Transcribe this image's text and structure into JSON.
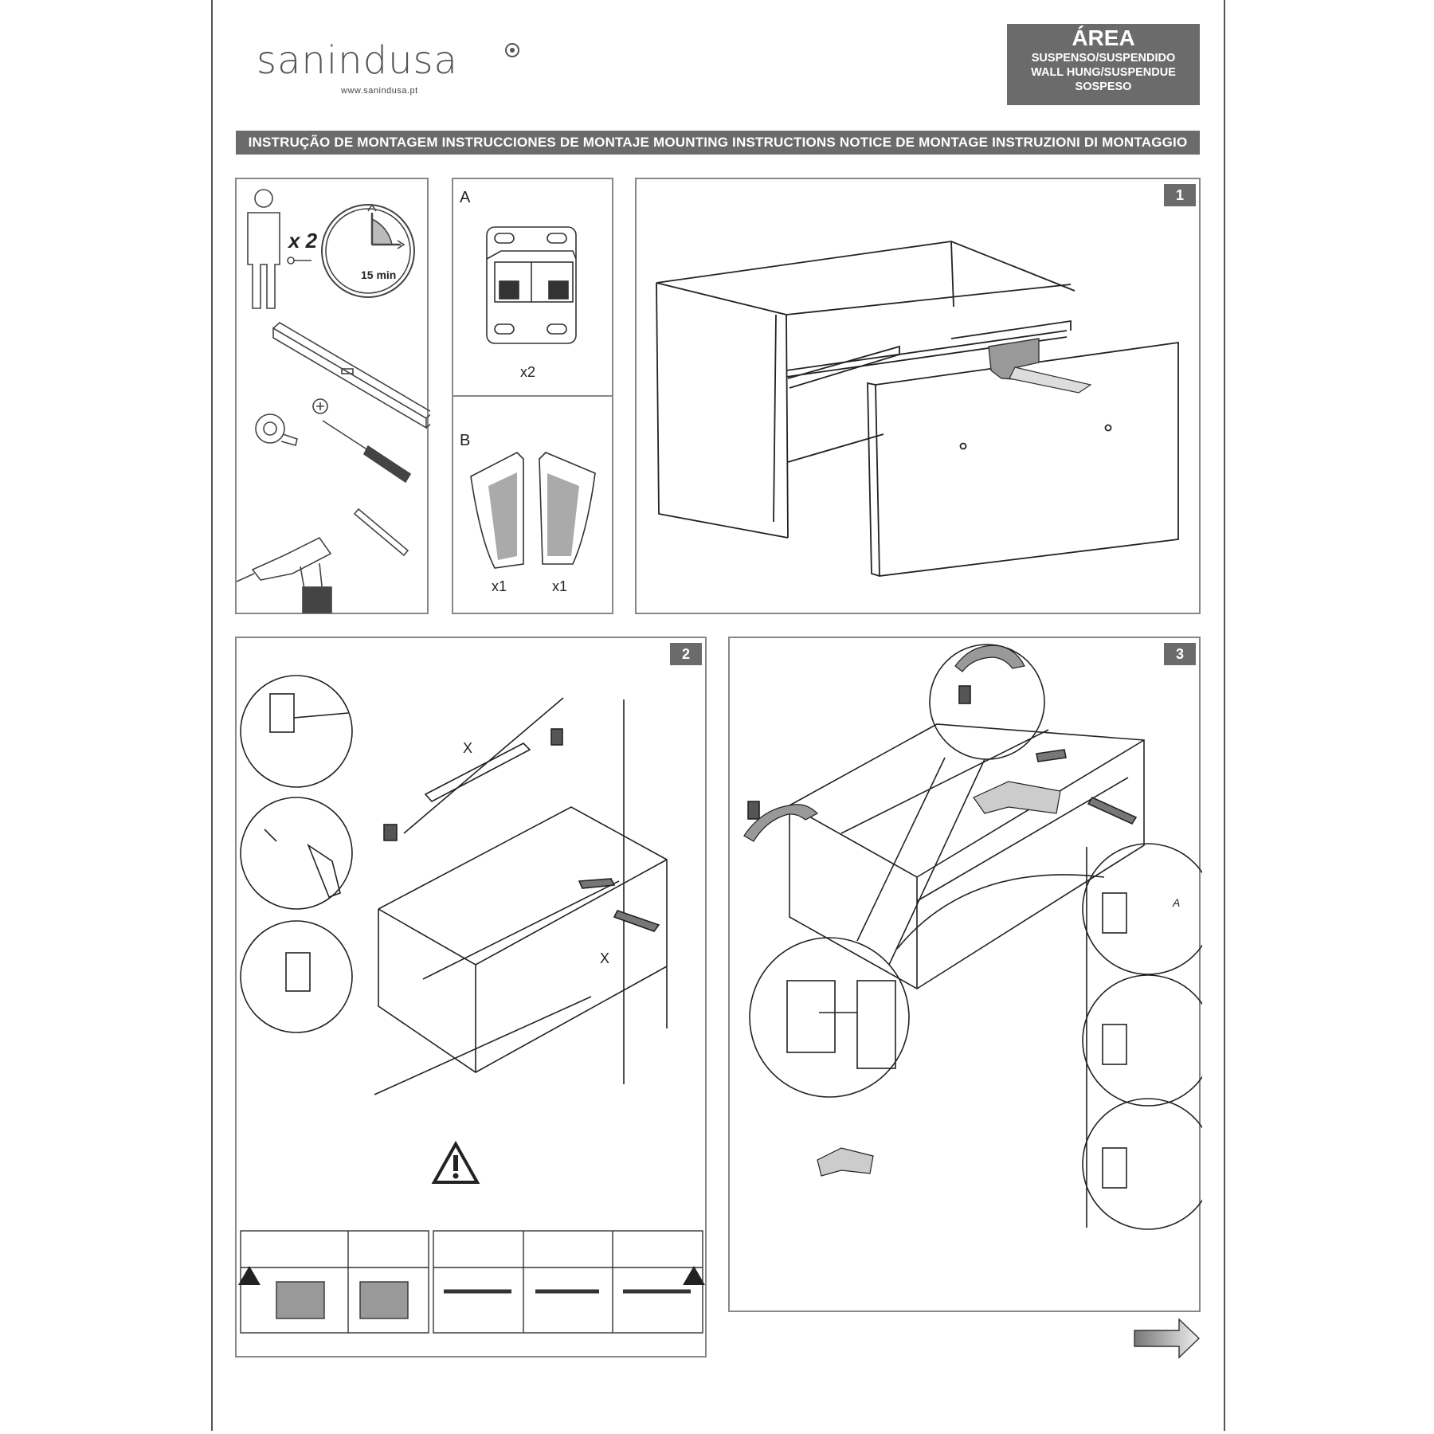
{
  "header": {
    "brand": "sanindusa",
    "url": "www.sanindusa.pt",
    "area_title": "ÁREA",
    "area_lines": [
      "SUSPENSO/SUSPENDIDO",
      "WALL HUNG/SUSPENDUE",
      "SOSPESO"
    ]
  },
  "title_bar": "INSTRUÇÃO DE MONTAGEM  INSTRUCCIONES DE MONTAJE  MOUNTING INSTRUCTIONS  NOTICE DE MONTAGE  INSTRUZIONI DI MONTAGGIO",
  "tools_panel": {
    "persons": "x 2",
    "time": "15 min"
  },
  "parts": {
    "a_label": "A",
    "a_qty": "x2",
    "b_label": "B",
    "b_qty_left": "x1",
    "b_qty_right": "x1"
  },
  "steps": {
    "step1": "1",
    "step2": "2",
    "step3": "3"
  },
  "step2_labels": {
    "x_top": "X",
    "x_bottom": "X"
  },
  "step3_labels": {
    "circle_a": "A"
  },
  "icons": {
    "warning": "warning-icon",
    "next_arrow": "arrow-right-icon",
    "clock": "clock-icon",
    "person": "person-icon",
    "level": "spirit-level-icon",
    "tape": "tape-measure-icon",
    "screwdriver": "screwdriver-icon",
    "drill": "drill-icon",
    "pencil": "pencil-icon"
  }
}
